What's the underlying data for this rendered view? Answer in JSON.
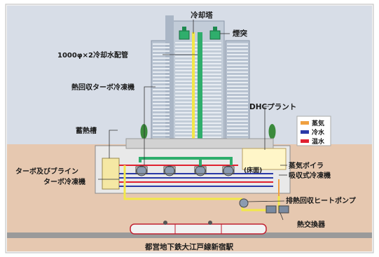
{
  "labels": {
    "cooling_tower": "冷却塔",
    "chimney": "煙突",
    "cooling_water_pipe": "1000φ×2冷却水配管",
    "heat_recovery_turbo": "熱回収ターボ冷凍機",
    "dhc_plant": "DHCプラント",
    "thermal_storage": "蓄熱槽",
    "turbo_brine": "ターボ及びブライン",
    "turbo_chiller": "ターボ冷凍機",
    "floor": "(床面)",
    "steam_boiler": "蒸気ボイラ",
    "absorption_chiller": "吸収式冷凍機",
    "exhaust_heat_pump": "排熱回収ヒートポンプ",
    "heat_exchanger": "熱交換器",
    "station": "都営地下鉄大江戸線新宿駅"
  },
  "legend": [
    {
      "label": "蒸気",
      "color": "#f0a040"
    },
    {
      "label": "冷水",
      "color": "#2a3aa8"
    },
    {
      "label": "温水",
      "color": "#e02030"
    }
  ],
  "colors": {
    "sky": "#d7dde7",
    "ground": "#e6c8b0",
    "cooling_pipe": "#2fae6c",
    "hot_pipe": "#f2e84a"
  }
}
